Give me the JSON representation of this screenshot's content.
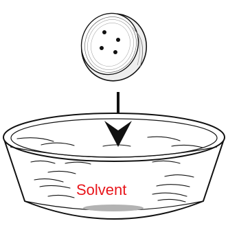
{
  "diagram": {
    "solvent_label": "Solvent",
    "objects": [
      "button",
      "arrow-down",
      "bowl",
      "solvent",
      "sediment"
    ]
  },
  "colors": {
    "line": "#111111",
    "label": "#e8151b",
    "sediment": "#b3b3b3",
    "button_rim": "#d9d9d9",
    "background": "#ffffff"
  }
}
